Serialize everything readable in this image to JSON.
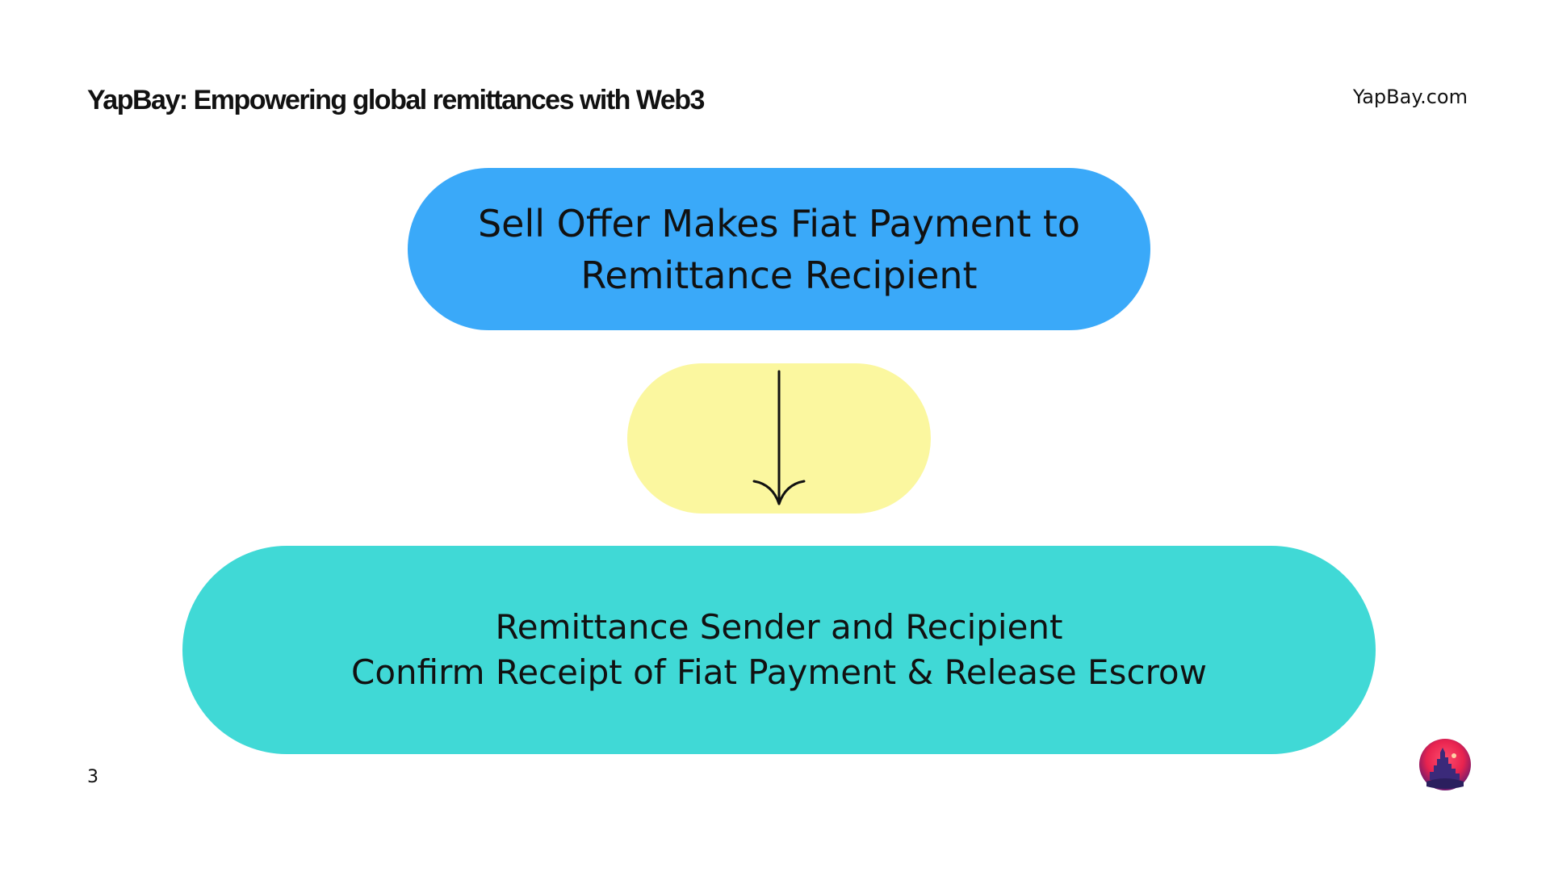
{
  "header": {
    "title": "YapBay: Empowering global remittances with Web3",
    "site": "YapBay.com"
  },
  "flow": {
    "step1": {
      "line1": "Sell Offer Makes Fiat Payment to",
      "line2": "Remittance Recipient"
    },
    "step2": {
      "line1": "Remittance Sender and Recipient",
      "line2": "Confirm Receipt of Fiat Payment & Release Escrow"
    }
  },
  "footer": {
    "page_number": "3"
  },
  "colors": {
    "step1_fill": "#3aa9f9",
    "connector_fill": "#fbf79f",
    "step2_fill": "#40d9d6",
    "text": "#111111"
  },
  "icons": {
    "connector": "down-arrow-icon",
    "brand": "yapbay-logo-icon"
  }
}
